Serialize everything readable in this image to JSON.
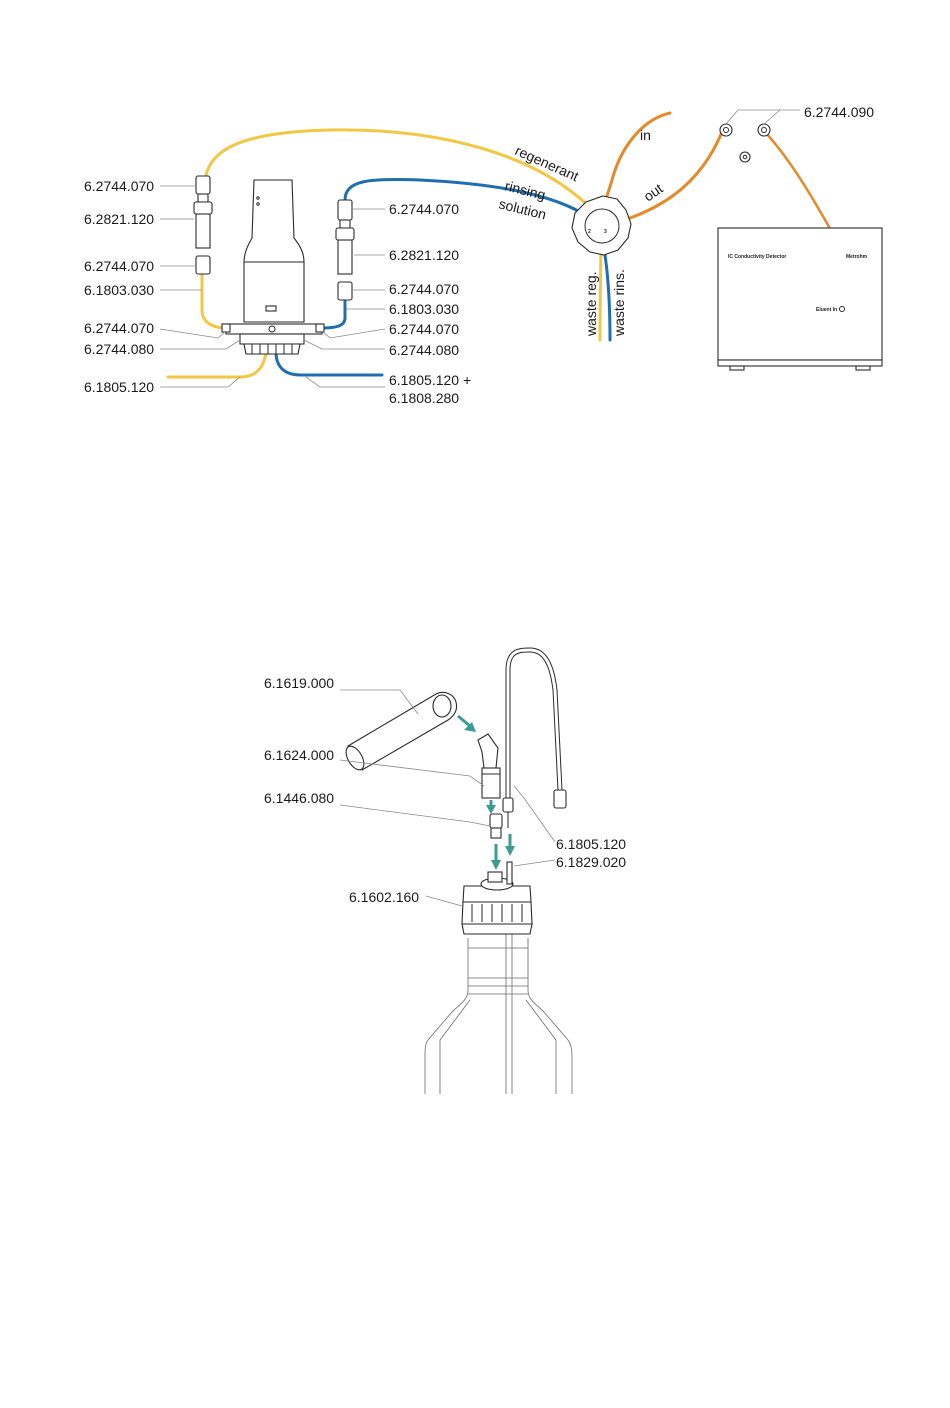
{
  "colors": {
    "regenerant_tube": "#f2c744",
    "rinsing_tube": "#1f6fb0",
    "eluent_tube": "#e58a2b",
    "arrow": "#3a9c94",
    "leader": "#8a8a8a"
  },
  "figure1": {
    "labels_left": [
      "6.2744.070",
      "6.2821.120",
      "6.2744.070",
      "6.1803.030",
      "6.2744.070",
      "6.2744.080",
      "6.1805.120"
    ],
    "labels_right": [
      "6.2744.070",
      "6.2821.120",
      "6.2744.070",
      "6.1803.030",
      "6.2744.070",
      "6.2744.080",
      "6.1805.120 +",
      "6.1808.280"
    ],
    "label_top_right": "6.2744.090",
    "flow_labels": {
      "regenerant": "regenerant",
      "rinsing": "rinsing",
      "solution": "solution",
      "in": "in",
      "out": "out",
      "waste_reg": "waste reg.",
      "waste_rins": "waste rins."
    },
    "valve_ports": [
      "2",
      "3"
    ],
    "detector": {
      "name": "IC Conductivity Detector",
      "brand": "Metrohm",
      "port_label": "Eluent In"
    }
  },
  "figure2": {
    "labels": [
      "6.1619.000",
      "6.1624.000",
      "6.1446.080",
      "6.1805.120",
      "6.1829.020",
      "6.1602.160"
    ]
  }
}
